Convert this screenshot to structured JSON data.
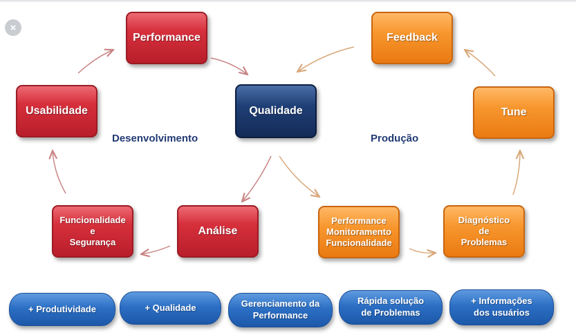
{
  "close_icon": "×",
  "nodes": {
    "performance": "Performance",
    "qualidade": "Qualidade",
    "usabilidade": "Usabilidade",
    "funcionalidade_line1": "Funcionalidade",
    "funcionalidade_line2": "e",
    "funcionalidade_line3": "Segurança",
    "analise": "Análise",
    "feedback": "Feedback",
    "tune": "Tune",
    "monitor_line1": "Performance",
    "monitor_line2": "Monitoramento",
    "monitor_line3": "Funcionalidade",
    "diagnostico_line1": "Diagnóstico",
    "diagnostico_line2": "de",
    "diagnostico_line3": "Problemas"
  },
  "cycle_labels": {
    "left": "Desenvolvimento",
    "right": "Produção"
  },
  "benefits": [
    {
      "line1": "+ Produtividade",
      "line2": ""
    },
    {
      "line1": "+ Qualidade",
      "line2": ""
    },
    {
      "line1": "Gerenciamento da",
      "line2": "Performance"
    },
    {
      "line1": "Rápida solução",
      "line2": "de Problemas"
    },
    {
      "line1": "+ Informações",
      "line2": "dos usuários"
    }
  ],
  "colors": {
    "development": "#c62a36",
    "core": "#1f3f76",
    "production": "#f08a1f",
    "benefits": "#2c6fc4",
    "arrow_left": "#c98585",
    "arrow_right": "#d8a77a",
    "label_text": "#213a73"
  }
}
